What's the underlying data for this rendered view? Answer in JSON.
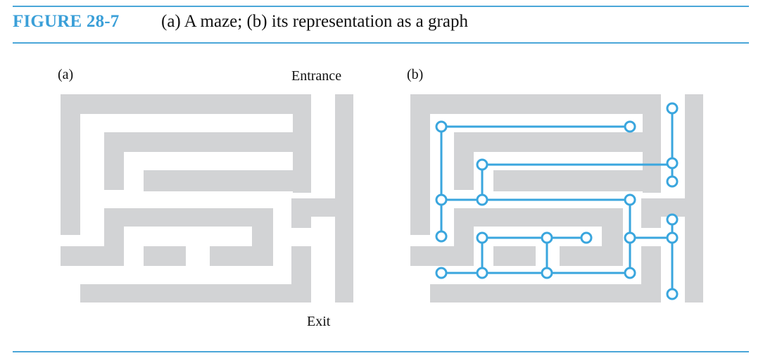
{
  "figure": {
    "label": "FIGURE 28-7",
    "caption": "(a) A maze; (b) its representation as a graph"
  },
  "panel_a": {
    "label": "(a)",
    "entrance_label": "Entrance",
    "exit_label": "Exit"
  },
  "panel_b": {
    "label": "(b)"
  },
  "colors": {
    "wall": "#d2d3d5",
    "graph": "#3aa6de",
    "figure_label": "#3a9fd8",
    "rule": "#4aa6d8"
  }
}
